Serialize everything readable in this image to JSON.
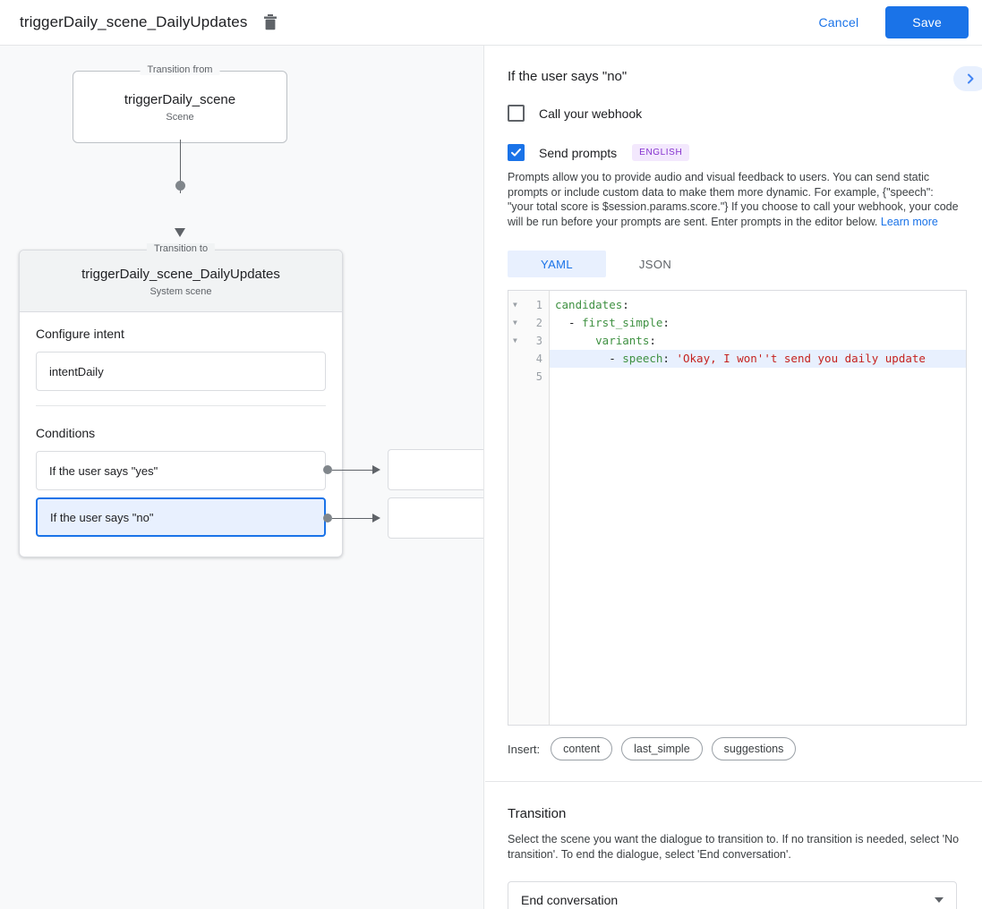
{
  "topbar": {
    "title": "triggerDaily_scene_DailyUpdates",
    "delete_icon": "trash-icon",
    "cancel_label": "Cancel",
    "save_label": "Save",
    "accent_color": "#1a73e8"
  },
  "canvas": {
    "from_node": {
      "legend": "Transition from",
      "title": "triggerDaily_scene",
      "subtitle": "Scene"
    },
    "to_node": {
      "legend": "Transition to",
      "title": "triggerDaily_scene_DailyUpdates",
      "subtitle": "System scene"
    },
    "intent_section": {
      "title": "Configure intent",
      "value": "intentDaily"
    },
    "conditions_section": {
      "title": "Conditions",
      "items": [
        {
          "label": "If the user says \"yes\"",
          "selected": false
        },
        {
          "label": "If the user says \"no\"",
          "selected": true
        }
      ]
    }
  },
  "panel": {
    "title": "If the user says \"no\"",
    "expand_icon": "chevron-right-icon",
    "webhook": {
      "label": "Call your webhook",
      "checked": false
    },
    "prompts": {
      "label": "Send prompts",
      "checked": true,
      "language_badge": "ENGLISH",
      "badge_bg": "#f3e8fd",
      "badge_color": "#8430ce",
      "description": "Prompts allow you to provide audio and visual feedback to users. You can send static prompts or include custom data to make them more dynamic. For example, {\"speech\": \"your total score is $session.params.score.\"} If you choose to call your webhook, your code will be run before your prompts are sent. Enter prompts in the editor below.",
      "learn_more": "Learn more"
    },
    "editor": {
      "tabs": [
        {
          "label": "YAML",
          "active": true
        },
        {
          "label": "JSON",
          "active": false
        }
      ],
      "line_numbers": [
        "1",
        "2",
        "3",
        "4",
        "5"
      ],
      "fold_markers": [
        true,
        true,
        true,
        false,
        false
      ],
      "highlighted_line": 4,
      "lines": [
        {
          "indent": "",
          "key": "candidates",
          "punct": ":",
          "value": ""
        },
        {
          "indent": "  - ",
          "key": "first_simple",
          "punct": ":",
          "value": ""
        },
        {
          "indent": "      ",
          "key": "variants",
          "punct": ":",
          "value": ""
        },
        {
          "indent": "        - ",
          "key": "speech",
          "punct": ": ",
          "value": "'Okay, I won''t send you daily update"
        },
        {
          "indent": "",
          "key": "",
          "punct": "",
          "value": ""
        }
      ]
    },
    "insert": {
      "label": "Insert:",
      "chips": [
        "content",
        "last_simple",
        "suggestions"
      ]
    },
    "transition": {
      "title": "Transition",
      "description": "Select the scene you want the dialogue to transition to. If no transition is needed, select 'No transition'. To end the dialogue, select 'End conversation'.",
      "selected_value": "End conversation",
      "caret_icon": "chevron-down-icon"
    }
  }
}
